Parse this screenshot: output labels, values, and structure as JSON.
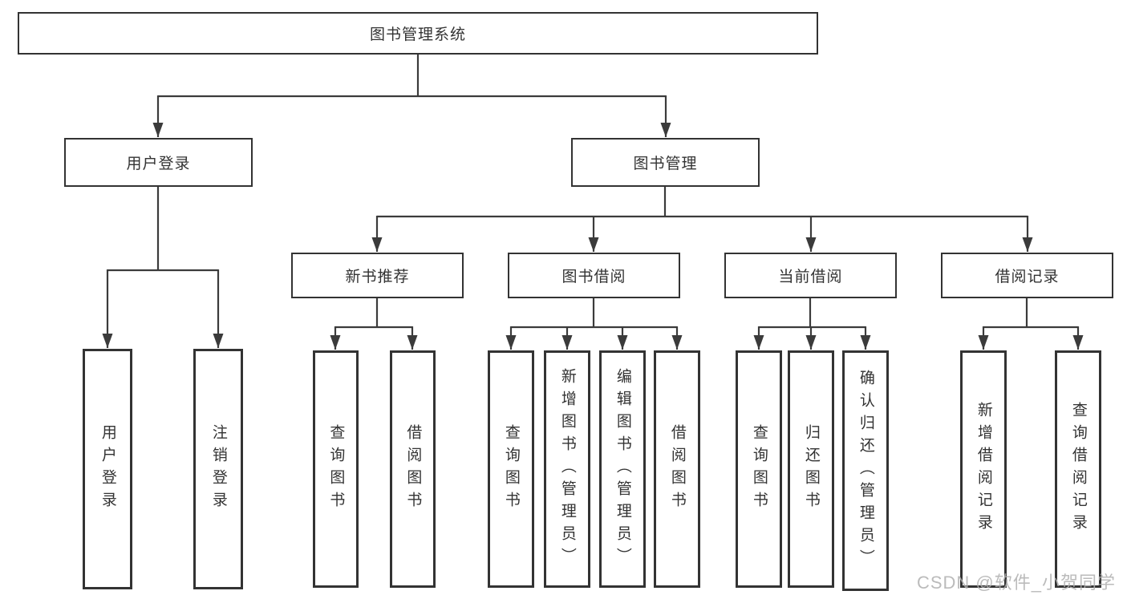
{
  "diagram": {
    "root": {
      "label": "图书管理系统"
    },
    "level2": {
      "login": {
        "label": "用户登录"
      },
      "mgmt": {
        "label": "图书管理"
      }
    },
    "level3": {
      "newbook": {
        "label": "新书推荐"
      },
      "borrow": {
        "label": "图书借阅"
      },
      "current": {
        "label": "当前借阅"
      },
      "records": {
        "label": "借阅记录"
      }
    },
    "login_leaves": [
      {
        "label": "用户登录"
      },
      {
        "label": "注销登录"
      }
    ],
    "newbook_leaves": [
      {
        "label": "查询图书"
      },
      {
        "label": "借阅图书"
      }
    ],
    "borrow_leaves": [
      {
        "label": "查询图书"
      },
      {
        "label": "新增图书（管理员）"
      },
      {
        "label": "编辑图书（管理员）"
      },
      {
        "label": "借阅图书"
      }
    ],
    "current_leaves": [
      {
        "label": "查询图书"
      },
      {
        "label": "归还图书"
      },
      {
        "label": "确认归还（管理员）"
      }
    ],
    "records_leaves": [
      {
        "label": "新增借阅记录"
      },
      {
        "label": "查询借阅记录"
      }
    ]
  },
  "watermark": "CSDN @软件_小贺同学",
  "colors": {
    "line": "#3b3b3b",
    "box_border": "#333333",
    "text": "#333333",
    "watermark": "#b0b0b0",
    "background": "#ffffff"
  }
}
